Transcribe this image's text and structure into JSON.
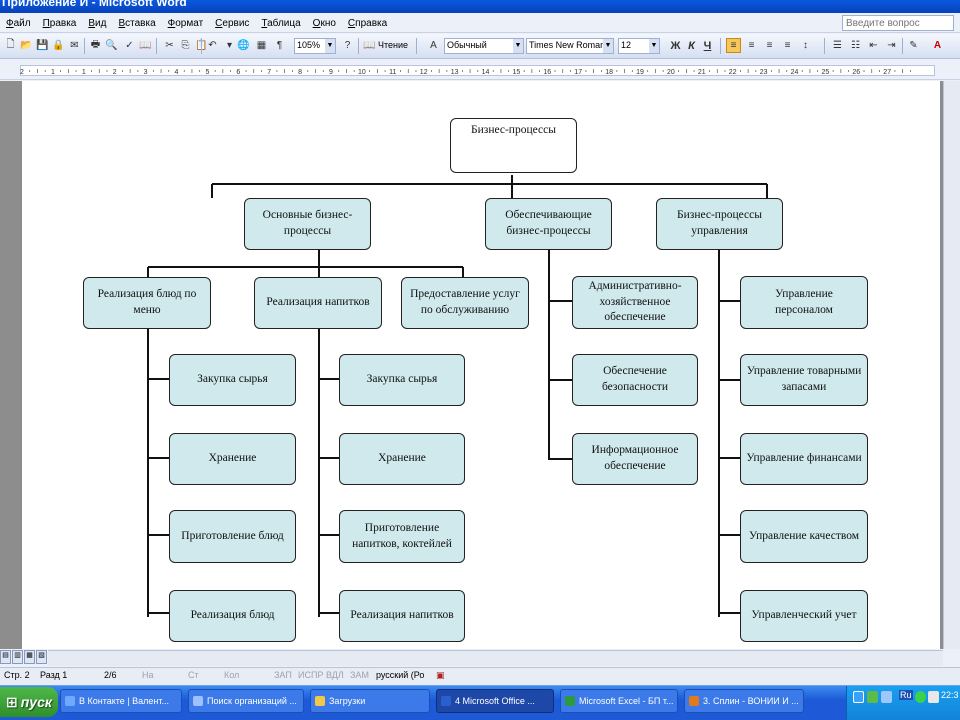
{
  "window": {
    "title": "Приложение И - Microsoft Word"
  },
  "menu": {
    "items": [
      {
        "accel": "Ф",
        "rest": "айл"
      },
      {
        "accel": "П",
        "rest": "равка"
      },
      {
        "accel": "В",
        "rest": "ид"
      },
      {
        "accel": "В",
        "rest": "ставка"
      },
      {
        "accel": "Ф",
        "rest": "ормат"
      },
      {
        "accel": "С",
        "rest": "ервис"
      },
      {
        "accel": "Т",
        "rest": "аблица"
      },
      {
        "accel": "О",
        "rest": "кно"
      },
      {
        "accel": "С",
        "rest": "правка"
      }
    ],
    "help_placeholder": "Введите вопрос"
  },
  "toolbar": {
    "zoom": "105%",
    "reading_label": "Чтение",
    "style": "Обычный",
    "font": "Times New Roman",
    "size": "12",
    "bold_label": "Ж",
    "italic_label": "К",
    "underline_label": "Ч",
    "pilcrow": "¶"
  },
  "ruler": {
    "labels": [
      "2",
      "1",
      "1",
      "2",
      "3",
      "4",
      "5",
      "6",
      "7",
      "8",
      "9",
      "10",
      "11",
      "12",
      "13",
      "14",
      "15",
      "16",
      "17",
      "18",
      "19",
      "20",
      "21",
      "22",
      "23",
      "24",
      "25",
      "26",
      "27"
    ]
  },
  "chart": {
    "root": "Бизнес-процессы",
    "level1": [
      "Основные бизнес-процессы",
      "Обеспечивающие бизнес-процессы",
      "Бизнес-процессы управления"
    ],
    "main_sub": [
      "Реализация блюд по меню",
      "Реализация напитков",
      "Предоставление услуг по обслуживанию"
    ],
    "dishes_sub": [
      "Закупка сырья",
      "Хранение",
      "Приготовление блюд",
      "Реализация блюд"
    ],
    "drinks_sub": [
      "Закупка сырья",
      "Хранение",
      "Приготовление напитков, коктейлей",
      "Реализация напитков"
    ],
    "support_sub": [
      "Административно-хозяйственное обеспечение",
      "Обеспечение безопасности",
      "Информационное обеспечение"
    ],
    "mgmt_sub": [
      "Управление персоналом",
      "Управление товарными запасами",
      "Управление финансами",
      "Управление качеством",
      "Управленческий учет"
    ]
  },
  "statusbar": {
    "page": "Стр. 2",
    "section": "Разд 1",
    "pages": "2/6",
    "at": "На",
    "line": "Ст",
    "col": "Кол",
    "rec": "ЗАП",
    "trk": "ИСПР",
    "ext": "ВДЛ",
    "ovr": "ЗАМ",
    "language": "русский (Ро"
  },
  "taskbar": {
    "start_label": "пуск",
    "tasks": [
      {
        "label": "В Контакте | Валент...",
        "active": false,
        "color": "#6fa8ff"
      },
      {
        "label": "Поиск организаций ...",
        "active": false,
        "color": "#9ec1ff"
      },
      {
        "label": "Загрузки",
        "active": false,
        "color": "#f2c84a"
      },
      {
        "label": "4 Microsoft Office ...",
        "active": true,
        "color": "#2b5fd0"
      },
      {
        "label": "Microsoft Excel - БП т...",
        "active": false,
        "color": "#2e9a3e"
      },
      {
        "label": "3. Сплин - ВОНИИ И ...",
        "active": false,
        "color": "#e07a1e"
      }
    ],
    "tray_lang": "Ru",
    "clock": "22:3"
  }
}
